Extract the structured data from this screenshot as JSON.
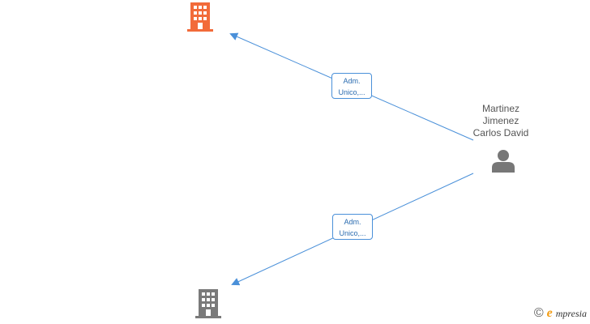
{
  "nodes": {
    "company_top": {
      "kind": "company",
      "color": "#f26b3a",
      "icon": "building-icon"
    },
    "company_bottom": {
      "kind": "company",
      "color": "#7a7a7a",
      "icon": "building-icon",
      "caption": ""
    },
    "person": {
      "kind": "person",
      "icon": "person-icon",
      "color": "#777777",
      "name_lines": [
        "Martinez",
        "Jimenez",
        "Carlos David"
      ]
    }
  },
  "edges": [
    {
      "from": "person",
      "to": "company_top",
      "label_lines": [
        "Adm.",
        "Unico,..."
      ]
    },
    {
      "from": "person",
      "to": "company_bottom",
      "label_lines": [
        "Adm.",
        "Unico,..."
      ]
    }
  ],
  "colors": {
    "edge": "#4a90d9"
  },
  "branding": {
    "copyright": "©",
    "initial": "e",
    "rest": "mpresia"
  }
}
